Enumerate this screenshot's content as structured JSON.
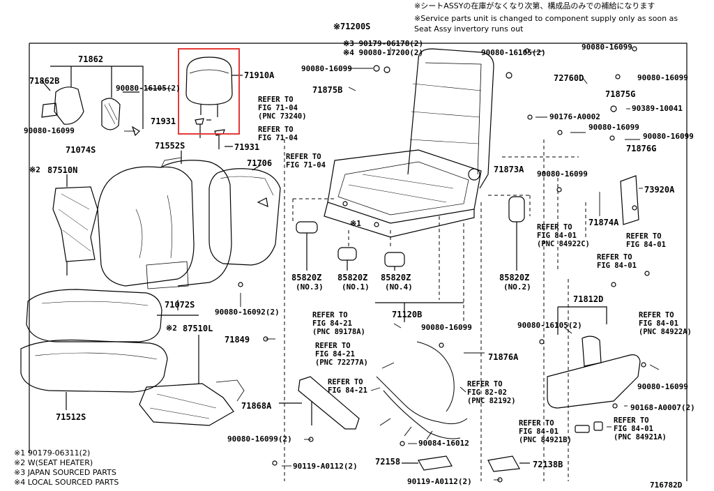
{
  "header": {
    "note_jp": "※シートASSYの在庫がなくなり次第、構成品のみでの補給になります",
    "note_en1": "※Service parts unit is changed to component supply only as soon as",
    "note_en2": "Seat Assy invertory runs out"
  },
  "parts": {
    "p71200S": "※71200S",
    "p71862": "71862",
    "p71862B": "71862B",
    "p90080_16105_a": "90080-16105(2)",
    "p90080_16099_a": "90080-16099",
    "p71910A": "71910A",
    "p71931_a": "71931",
    "p71931_b": "71931",
    "p71074S": "71074S",
    "p71552S": "71552S",
    "p71706": "71706",
    "p87510N": "87510N",
    "p87510N_mark": "※2",
    "p71072S": "71072S",
    "p87510L": "87510L",
    "p87510L_mark": "※2",
    "p71512S": "71512S",
    "p90080_16092": "90080-16092(2)",
    "p71849": "71849",
    "p90179_06178": "※3 90179-06178(2)",
    "p90080_17200": "※4 90080-17200(2)",
    "p90080_16099_b": "90080-16099",
    "p71875B": "71875B",
    "p90080_16105_b": "90080-16105(2)",
    "p90080_16099_c": "90080-16099",
    "p72760D": "72760D",
    "p90080_16099_d": "90080-16099",
    "p71875G": "71875G",
    "p90389_10041": "90389-10041",
    "p90176_A0002": "90176-A0002",
    "p90080_16099_e": "90080-16099",
    "p90080_16099_f": "90080-16099",
    "p71876G": "71876G",
    "p71873A": "71873A",
    "p90080_16099_g": "90080-16099",
    "p73920A": "73920A",
    "p71874A": "71874A",
    "mark1": "※1",
    "p85820Z_3": "85820Z",
    "p85820Z_3n": "(NO.3)",
    "p85820Z_1": "85820Z",
    "p85820Z_1n": "(NO.1)",
    "p85820Z_4": "85820Z",
    "p85820Z_4n": "(NO.4)",
    "p85820Z_2": "85820Z",
    "p85820Z_2n": "(NO.2)",
    "p71120B": "71120B",
    "p90080_16099_h": "90080-16099",
    "p71876A": "71876A",
    "p71812D": "71812D",
    "p90080_16105_c": "90080-16105(2)",
    "p90080_16099_i": "90080-16099",
    "p90168_A0007": "90168-A0007(2)",
    "p71868A": "71868A",
    "p90080_16099_j": "90080-16099(2)",
    "p90084_16012": "90084-16012",
    "p72158": "72158",
    "p72138B": "72138B",
    "p90119_A0112_a": "90119-A0112(2)",
    "p90119_A0112_b": "90119-A0112(2)",
    "doc_id": "716782D"
  },
  "refs": {
    "r1_l1": "REFER TO",
    "r1_l2": "FIG 71-04",
    "r1_l3": "(PNC 73240)",
    "r2_l1": "REFER TO",
    "r2_l2": "FIG 71-04",
    "r3_l1": "REFER TO",
    "r3_l2": "FIG 71-04",
    "r4_l1": "REFER TO",
    "r4_l2": "FIG 84-01",
    "r4_l3": "(PNC 84922C)",
    "r5_l1": "REFER TO",
    "r5_l2": "FIG 84-01",
    "r6_l1": "REFER TO",
    "r6_l2": "FIG 84-01",
    "r7_l1": "REFER TO",
    "r7_l2": "FIG 84-21",
    "r7_l3": "(PNC 89178A)",
    "r8_l1": "REFER TO",
    "r8_l2": "FIG 84-21",
    "r8_l3": "(PNC 72277A)",
    "r9_l1": "REFER TO",
    "r9_l2": "FIG 84-21",
    "r10_l1": "REFER TO",
    "r10_l2": "FIG 82-02",
    "r10_l3": "(PNC 82192)",
    "r11_l1": "REFER TO",
    "r11_l2": "FIG 84-01",
    "r11_l3": "(PNC 84922A)",
    "r12_l1": "REFER TO",
    "r12_l2": "FIG 84-01",
    "r12_l3": "(PNC 84921B)",
    "r13_l1": "REFER TO",
    "r13_l2": "FIG 84-01",
    "r13_l3": "(PNC 84921A)"
  },
  "legend": {
    "l1": "※1  90179-06311(2)",
    "l2": "※2  W(SEAT HEATER)",
    "l3": "※3  JAPAN SOURCED PARTS",
    "l4": "※4  LOCAL SOURCED PARTS"
  },
  "colors": {
    "highlight": "#e53935",
    "line": "#000000"
  }
}
